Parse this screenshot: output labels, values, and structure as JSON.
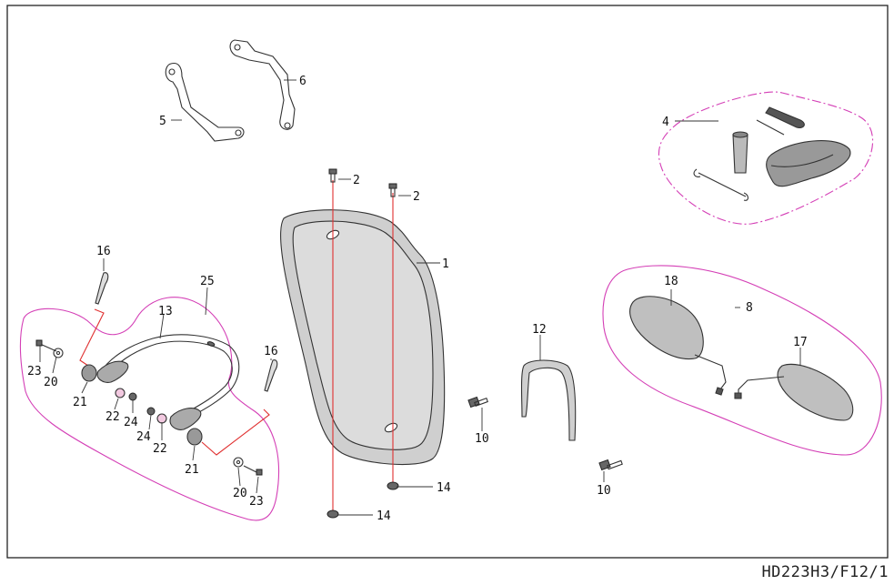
{
  "drawing_code": "HD223H3/F12/1",
  "colors": {
    "kit_outline": "#d43fb6",
    "assembly_line": "#e03030",
    "line": "#333333"
  },
  "parts": {
    "p1": "1",
    "p2a": "2",
    "p2b": "2",
    "p4": "4",
    "p5": "5",
    "p6": "6",
    "p8": "8",
    "p10a": "10",
    "p10b": "10",
    "p12": "12",
    "p13": "13",
    "p14a": "14",
    "p14b": "14",
    "p16a": "16",
    "p16b": "16",
    "p17": "17",
    "p18": "18",
    "p20a": "20",
    "p20b": "20",
    "p21a": "21",
    "p21b": "21",
    "p22a": "22",
    "p22b": "22",
    "p23a": "23",
    "p23b": "23",
    "p24a": "24",
    "p24b": "24",
    "p25": "25"
  }
}
